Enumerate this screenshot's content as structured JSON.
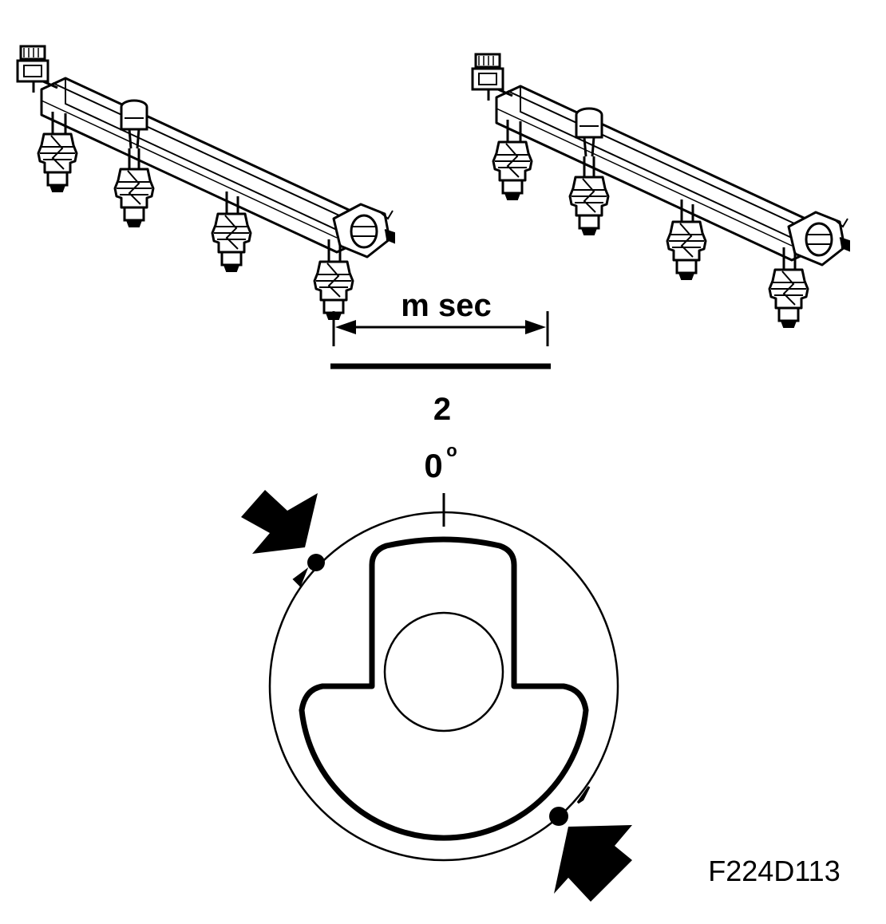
{
  "labels": {
    "duration": "m sec",
    "number": "2",
    "angle": "0",
    "degree_mark": "o",
    "figure_code": "F224D113"
  },
  "icons": {
    "left_rail": "fuel-rail-with-injectors-icon",
    "right_rail": "fuel-rail-with-injectors-icon",
    "cam_disc": "camshaft-trigger-wheel-icon"
  },
  "colors": {
    "ink": "#000000",
    "paper": "#ffffff"
  }
}
